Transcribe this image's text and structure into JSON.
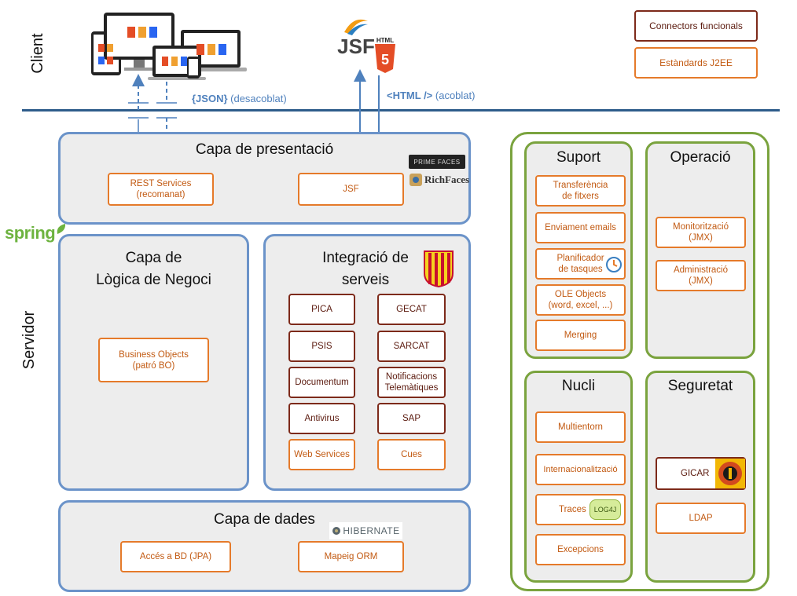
{
  "side_labels": {
    "client": "Client",
    "server": "Servidor"
  },
  "legend": {
    "functional": "Connectors funcionals",
    "j2ee": "Estàndards J2EE"
  },
  "links": {
    "json_bold": "{JSON}",
    "json_rest": " (desacoblat)",
    "html_bold": "<HTML />",
    "html_rest": " (acoblat)"
  },
  "logos": {
    "spring": "spring",
    "jsf": "JSF",
    "html5": "HTML",
    "primefaces": "PRIME FACES",
    "richfaces": "RichFaces",
    "hibernate": "HIBERNATE",
    "log4j": "LOG4J"
  },
  "presentation": {
    "title": "Capa de presentació",
    "rest": "REST Services\n(recomanat)",
    "jsf": "JSF"
  },
  "business": {
    "title1": "Capa de",
    "title2": "Lògica de Negoci",
    "bo": "Business Objects\n(patró BO)"
  },
  "integration": {
    "title1": "Integració de",
    "title2": "serveis",
    "connectors_left": [
      "PICA",
      "PSIS",
      "Documentum",
      "Antivirus"
    ],
    "connectors_right": [
      "GECAT",
      "SARCAT",
      "Notificacions\nTelemàtiques",
      "SAP"
    ],
    "std_left": "Web Services",
    "std_right": "Cues"
  },
  "data": {
    "title": "Capa de dades",
    "jpa": "Accés a BD (JPA)",
    "orm": "Mapeig ORM"
  },
  "suport": {
    "title": "Suport",
    "items": [
      "Transferència\nde fitxers",
      "Enviament emails",
      "Planificador\nde tasques",
      "OLE Objects\n(word, excel, ...)",
      "Merging"
    ]
  },
  "operacio": {
    "title": "Operació",
    "items": [
      "Monitorització\n(JMX)",
      "Administració\n(JMX)"
    ]
  },
  "nucli": {
    "title": "Nucli",
    "items": [
      "Multientorn",
      "Internacionalització",
      "Traces",
      "Excepcions"
    ]
  },
  "seguretat": {
    "title": "Seguretat",
    "gicar": "GICAR",
    "ldap": "LDAP"
  },
  "colors": {
    "layer_border": "#6b93c9",
    "green_border": "#7aa33e",
    "standard_orange": "#e57a2a",
    "connector_brown": "#7d2a1a",
    "divider": "#2e5c8a"
  }
}
